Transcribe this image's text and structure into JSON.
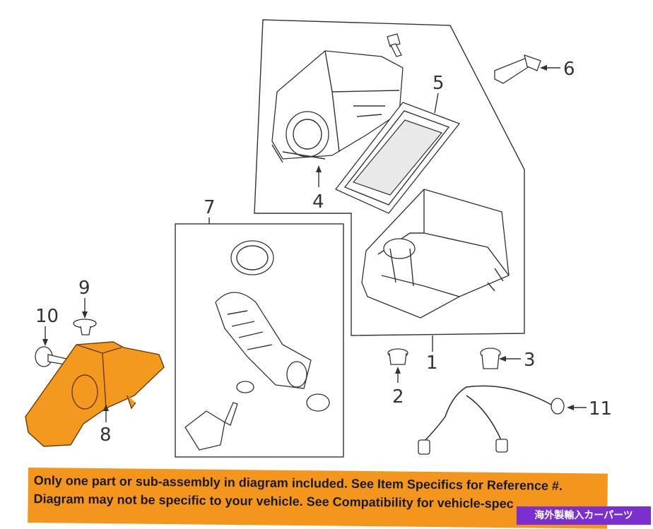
{
  "callouts": {
    "c1": "1",
    "c2": "2",
    "c3": "3",
    "c4": "4",
    "c5": "5",
    "c6": "6",
    "c7": "7",
    "c8": "8",
    "c9": "9",
    "c10": "10",
    "c11": "11"
  },
  "notice": {
    "line1": "Only one part or sub-assembly in diagram included. See Item Specifics for Reference #.",
    "line2": "Diagram may not be specific to your vehicle. See Compatibility for vehicle-spec"
  },
  "badge": "海外製輸入カーパーツ",
  "colors": {
    "highlight": "#f39a1e",
    "banner": "#f5961c",
    "badge": "#7b2fd0"
  }
}
